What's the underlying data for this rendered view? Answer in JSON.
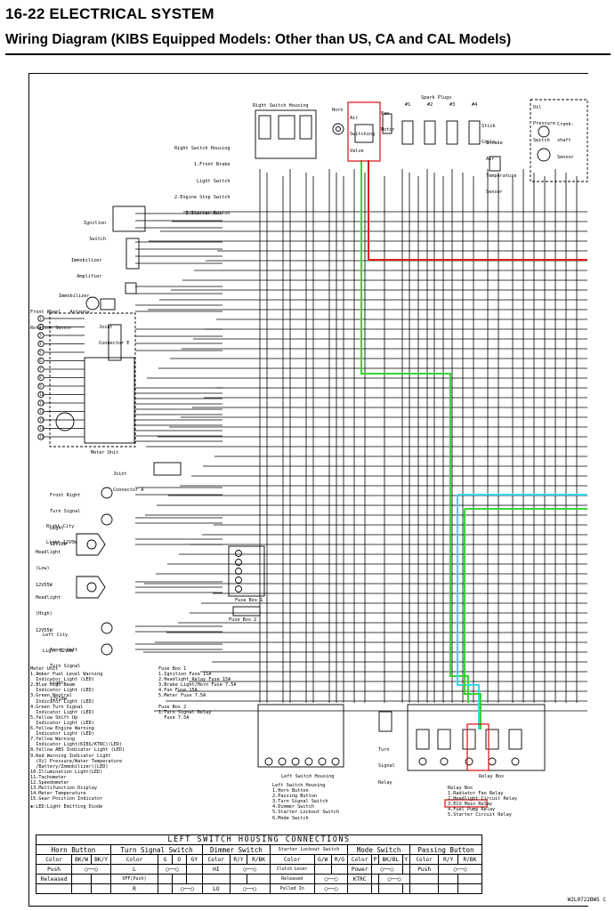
{
  "header": {
    "title": "16-22 ELECTRICAL SYSTEM",
    "subtitle": "Wiring Diagram (KIBS Equipped Models: Other than US, CA and CAL Models)"
  },
  "colors": {
    "green_wire": "#39d339",
    "red_wire": "#e41e1e",
    "cyan_wire": "#3ad6ee",
    "highlight_box": "#d82020"
  },
  "components": {
    "right_switch_housing": "Right Switch Housing",
    "right_switch_legend": [
      "Right Switch Housing",
      "1.Front Brake",
      "Light Switch",
      "2.Engine Stop Switch",
      "3.Starter Button"
    ],
    "horn": "Horn",
    "air_switching_valve": [
      "Air",
      "Switching",
      "Valve"
    ],
    "fan_motor": [
      "Fan",
      "Motor"
    ],
    "spark_plugs": "Spark Plugs",
    "plug_numbers": [
      "#1",
      "#2",
      "#3",
      "#4"
    ],
    "stick_coils": [
      "Stick",
      "Coils"
    ],
    "intake_air_sensor": [
      "Intake",
      "Air",
      "Temperature",
      "Sensor"
    ],
    "oil_pressure_switch": [
      "Oil",
      "Pressure",
      "Switch"
    ],
    "crankshaft_sensor": [
      "Crank-",
      "shaft",
      "Sensor"
    ],
    "ignition_switch": [
      "Ignition",
      "Switch"
    ],
    "immobilizer_amplifier": [
      "Immobilizer",
      "Amplifier"
    ],
    "immobilizer_antenna": [
      "Immobilizer",
      "Antenna"
    ],
    "front_wheel_sensor": [
      "Front Wheel",
      "Rotation Sensor"
    ],
    "joint_connector_e": [
      "Joint",
      "Connector E"
    ],
    "meter_unit": "Meter Unit",
    "joint_connector_a": [
      "Joint",
      "Connector A"
    ],
    "front_right_turn": [
      "Front Right",
      "Turn Signal",
      "Light",
      "12V10W"
    ],
    "right_city_light": [
      "Right City",
      "Light 12V5W"
    ],
    "headlight_low": [
      "Headlight",
      "(Low)",
      "12V55W"
    ],
    "headlight_high": [
      "Headlight",
      "(High)",
      "12V55W"
    ],
    "left_city_light": [
      "Left City",
      "Light 12V5W"
    ],
    "front_left_turn": [
      "Front Left",
      "Turn Signal",
      "Light",
      "12V10W"
    ],
    "fuse_box_1": "Fuse Box 1",
    "fuse_box_2": "Fuse Box 2",
    "left_switch_housing": "Left Switch Housing",
    "turn_signal_relay": [
      "Turn",
      "Signal",
      "Relay"
    ],
    "relay_box": "Relay Box"
  },
  "meter_legend": [
    "Meter Unit",
    "1.Amber Fuel Level Warning",
    "  Indicator Light (LED)",
    "2.Blue High Beam",
    "  Indicator Light (LED)",
    "3.Green Neutral",
    "  Indicator Light (LED)",
    "4.Green Turn Signal",
    "  Indicator Light (LED)",
    "5.Yellow Shift Up",
    "  Indicator Light (LED)",
    "6.Yellow Engine Warning",
    "  Indicator Light (LED)",
    "7.Yellow Warning",
    "  Indicator Light(KIBS/KTRC)(LED)",
    "8.Yellow ABS Indicator Light (LED)",
    "9.Red Warning Indicator Light",
    "  (Oil Pressure/Water Temperature",
    "  /Battery/Immobilizer)(LED)",
    "10.Illumination Light(LED)",
    "11.Tachometer",
    "12.Speedometer",
    "13.Multifunction Display",
    "14.Meter Temperature",
    "15.Gear Position Indicator"
  ],
  "led_note": "✱:LED:Light Emitting Diode",
  "fuse_legend": [
    "Fuse Box 1",
    "1.Ignition Fuse 15A",
    "2.Headlight Relay Fuse 15A",
    "3.Brake Light/Horn Fuse 7.5A",
    "4.Fan Fuse 15A",
    "5.Meter Fuse 7.5A",
    "",
    "Fuse Box 2",
    "1.Turn Signal Relay",
    "  Fuse 7.5A"
  ],
  "left_switch_legend": [
    "Left Switch Housing",
    "1.Horn Button",
    "2.Passing Button",
    "3.Turn Signal Switch",
    "4.Dimmer Switch",
    "5.Starter Lockout Switch",
    "6.Mode Switch"
  ],
  "relay_legend": [
    "Relay Box",
    "1.Radiator Fan Relay",
    "2.Headlight Circuit Relay",
    "3.ECU Main Relay",
    "4.Fuel Pump Relay",
    "5.Starter Circuit Relay"
  ],
  "connections_table": {
    "caption": "LEFT SWITCH HOUSING CONNECTIONS",
    "groups": [
      "Horn Button",
      "Turn Signal Switch",
      "Dimmer Switch",
      "Starter Lockout Switch",
      "Mode Switch",
      "Passing Button"
    ],
    "horn": {
      "header": [
        "Color",
        "BK/W",
        "BK/Y"
      ],
      "rows": [
        "Push",
        "Released"
      ]
    },
    "turn": {
      "header": [
        "Color",
        "G",
        "O",
        "GY"
      ],
      "rows": [
        "L",
        "OFF(Push)",
        "R"
      ]
    },
    "dimmer": {
      "header": [
        "Color",
        "R/Y",
        "R/BK"
      ],
      "rows": [
        "HI",
        "LO"
      ]
    },
    "starter": {
      "header": [
        "Color",
        "G/W",
        "R/G"
      ],
      "rows": [
        "Clutch Lever",
        "Released",
        "Pulled In"
      ]
    },
    "mode": {
      "header": [
        "Color",
        "P",
        "BK/BL",
        "Y"
      ],
      "rows": [
        "Power",
        "KTRC"
      ]
    },
    "passing": {
      "header": [
        "Color",
        "R/Y",
        "R/BK"
      ],
      "rows": [
        "Push"
      ]
    }
  },
  "diagram_code": "W2L0722BW5 C"
}
